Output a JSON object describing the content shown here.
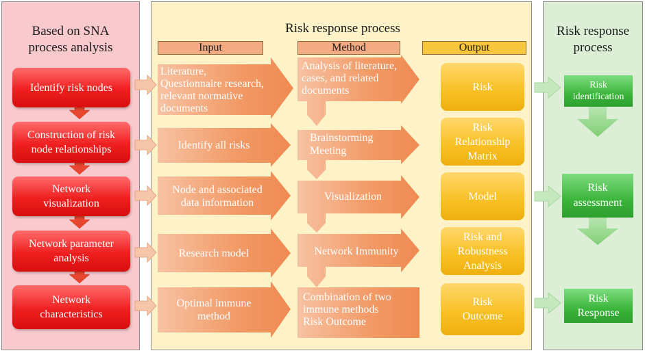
{
  "left_panel": {
    "title_line1": "Based on SNA",
    "title_line2": "process analysis",
    "steps": [
      {
        "line1": "Identify risk nodes",
        "line2": ""
      },
      {
        "line1": "Construction of risk",
        "line2": "node relationships"
      },
      {
        "line1": "Network",
        "line2": "visualization"
      },
      {
        "line1": "Network parameter",
        "line2": "analysis"
      },
      {
        "line1": "Network",
        "line2": "characteristics"
      }
    ]
  },
  "middle_panel": {
    "title": "Risk response process",
    "headers": {
      "input": "Input",
      "method": "Method",
      "output": "Output"
    },
    "inputs": [
      {
        "lines": [
          "Literature,",
          "Questionnaire research,",
          "relevant normative",
          "documents"
        ]
      },
      {
        "lines": [
          "Identify all risks"
        ]
      },
      {
        "lines": [
          "Node and associated",
          "data information"
        ]
      },
      {
        "lines": [
          "Research model"
        ]
      },
      {
        "lines": [
          "Optimal immune",
          "method"
        ]
      }
    ],
    "methods": [
      {
        "lines": [
          "Analysis of literature,",
          "cases, and related",
          "documents"
        ]
      },
      {
        "lines": [
          "Brainstorming",
          "Meeting"
        ]
      },
      {
        "lines": [
          "Visualization"
        ]
      },
      {
        "lines": [
          "Network Immunity"
        ]
      },
      {
        "lines": [
          "Combination of two",
          "immune methods",
          "Risk Outcome"
        ]
      }
    ],
    "outputs": [
      {
        "lines": [
          "Risk"
        ]
      },
      {
        "lines": [
          "Risk",
          "Relationship",
          "Matrix"
        ]
      },
      {
        "lines": [
          "Model"
        ]
      },
      {
        "lines": [
          "Risk and",
          "Robustness",
          "Analysis"
        ]
      },
      {
        "lines": [
          "Risk",
          "Outcome"
        ]
      }
    ]
  },
  "right_panel": {
    "title_line1": "Risk response",
    "title_line2": "process",
    "stages": [
      {
        "line1": "Risk",
        "line2": "identification"
      },
      {
        "line1": "Risk",
        "line2": "assessment"
      },
      {
        "line1": "Risk",
        "line2": "Response"
      }
    ]
  },
  "colors": {
    "left_bg": "#f8c9cd",
    "middle_bg": "#fdf2c8",
    "right_bg": "#dcefd6",
    "red_box": "#ef1f1f",
    "orange_arrow": "#f2a070",
    "yellow_box": "#f8bf22",
    "green_box": "#3ab53a",
    "connector_arrow": "#f4c4a8",
    "green_arrow": "#c5e8bf"
  }
}
